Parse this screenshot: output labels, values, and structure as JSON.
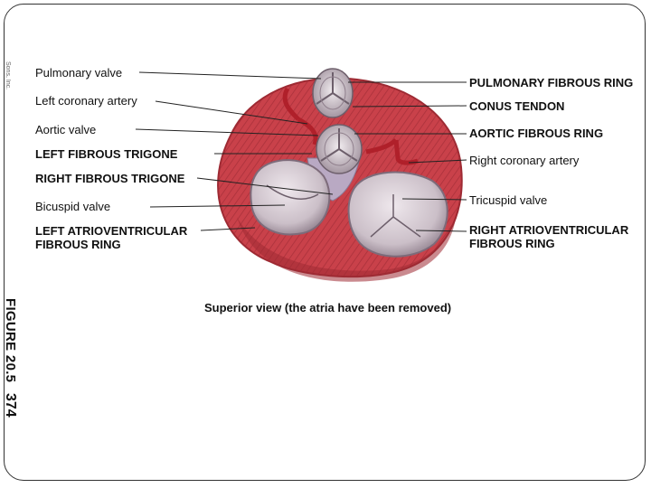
{
  "side_text": {
    "copyright": "Sons, Inc.",
    "figure_number": "FIGURE 20.5",
    "page_number": "374"
  },
  "labels_left": {
    "pulmonary_valve": "Pulmonary valve",
    "left_coronary_artery": "Left coronary artery",
    "aortic_valve": "Aortic valve",
    "left_fibrous_trigone": "LEFT FIBROUS TRIGONE",
    "right_fibrous_trigone": "RIGHT FIBROUS TRIGONE",
    "bicuspid_valve": "Bicuspid valve",
    "left_av_ring_line1": "LEFT ATRIOVENTRICULAR",
    "left_av_ring_line2": "FIBROUS RING"
  },
  "labels_right": {
    "pulmonary_fibrous_ring": "PULMONARY FIBROUS RING",
    "conus_tendon": "CONUS TENDON",
    "aortic_fibrous_ring": "AORTIC FIBROUS RING",
    "right_coronary_artery": "Right coronary artery",
    "tricuspid_valve": "Tricuspid valve",
    "right_av_ring_line1": "RIGHT ATRIOVENTRICULAR",
    "right_av_ring_line2": "FIBROUS RING"
  },
  "caption": "Superior view (the atria have been removed)",
  "colors": {
    "muscle": "#c9414a",
    "muscle_dark": "#9e2a33",
    "valve_fill": "#d9cfd6",
    "valve_shadow": "#8f7f8c",
    "fibrous": "#b9a9c3",
    "artery": "#b0202a"
  }
}
